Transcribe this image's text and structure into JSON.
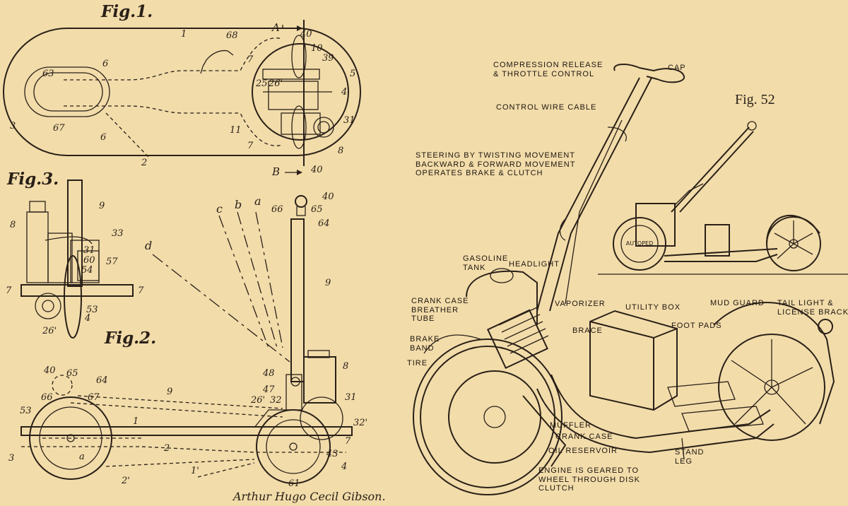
{
  "figures": {
    "fig1": "Fig.1.",
    "fig2": "Fig.2.",
    "fig3": "Fig.3.",
    "fig52": "Fig. 52"
  },
  "signature": "Arthur Hugo Cecil Gibson.",
  "section_markers": {
    "a_top": "A",
    "b_bottom": "B"
  },
  "fig1_labels": {
    "n1": "1",
    "n68": "68",
    "n40_top": "40",
    "n10": "10",
    "n39": "39",
    "n5": "5",
    "n7_a": "7",
    "n63": "63",
    "n6_a": "6",
    "n25": "25",
    "n26p": "26'",
    "n4": "4",
    "n31": "31",
    "n3": "3",
    "n67": "67",
    "n6_b": "6",
    "n11": "11",
    "n7_b": "7",
    "n8": "8",
    "n2": "2",
    "n40_bot": "40"
  },
  "fig3_labels": {
    "n9": "9",
    "n8": "8",
    "n33": "33",
    "n31": "31",
    "n60": "60",
    "n54": "54",
    "n57": "57",
    "n7_l": "7",
    "n7_r": "7",
    "n53": "53",
    "n4": "4",
    "n26p": "26'"
  },
  "fig2_labels": {
    "c": "c",
    "b": "b",
    "a": "a",
    "d": "d",
    "n40": "40",
    "n66": "66",
    "n65": "65",
    "n64": "64",
    "n9": "9",
    "n8": "8",
    "n48": "48",
    "n47": "47",
    "n26p": "26'",
    "n32": "32",
    "n31": "31",
    "n32p": "32'",
    "n7": "7",
    "n43": "43",
    "n4": "4",
    "n61": "61",
    "s40": "40",
    "s65": "65",
    "s64": "64",
    "s66": "66",
    "s67": "67",
    "s53": "53",
    "s9": "9",
    "s1": "1",
    "s3": "3",
    "sa": "a",
    "s2": "2",
    "s2p": "2'",
    "s1p": "1'"
  },
  "callouts": {
    "compression": "COMPRESSION RELEASE\n& THROTTLE CONTROL",
    "cap": "CAP",
    "control_wire": "CONTROL WIRE CABLE",
    "steering": "STEERING BY TWISTING MOVEMENT\nBACKWARD & FORWARD MOVEMENT\nOPERATES BRAKE & CLUTCH",
    "gasoline": "GASOLINE\nTANK",
    "headlight": "HEADLIGHT",
    "crankcase_breather": "CRANK CASE\nBREATHER\nTUBE",
    "vaporizer": "VAPORIZER",
    "utility_box": "UTILITY BOX",
    "mud_guard": "MUD GUARD",
    "tail_light": "TAIL LIGHT &\nLICENSE BRACKET",
    "brace": "BRACE",
    "foot_pads": "FOOT PADS",
    "brake_band": "BRAKE\nBAND",
    "tire": "TIRE",
    "muffler": "MUFFLER",
    "crank_case": "CRANK CASE",
    "oil_reservoir": "OIL RESERVOIR",
    "stand_leg": "STAND\nLEG",
    "engine_geared": "ENGINE IS GEARED TO\nWHEEL THROUGH DISK\nCLUTCH"
  },
  "logo_text": "AUTOPED"
}
